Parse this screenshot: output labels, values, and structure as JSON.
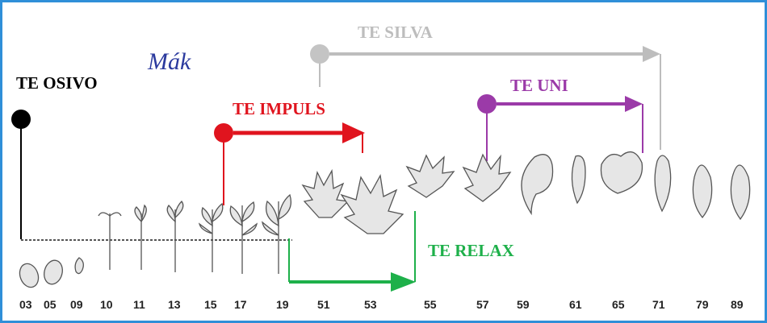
{
  "title": "Mák",
  "colors": {
    "osivo": "#000000",
    "impuls": "#e0141e",
    "silva": "#bdbdbd",
    "uni": "#9b3aa8",
    "relax": "#1eb04a",
    "title": "#2b3a9e",
    "frame": "#2f8fd8"
  },
  "products": {
    "osivo": "TE OSIVO",
    "impuls": "TE IMPULS",
    "silva": "TE SILVA",
    "uni": "TE UNI",
    "relax": "TE RELAX"
  },
  "stages": [
    "03",
    "05",
    "09",
    "10",
    "11",
    "13",
    "15",
    "17",
    "19",
    "51",
    "53",
    "55",
    "57",
    "59",
    "61",
    "65",
    "71",
    "79",
    "89"
  ]
}
